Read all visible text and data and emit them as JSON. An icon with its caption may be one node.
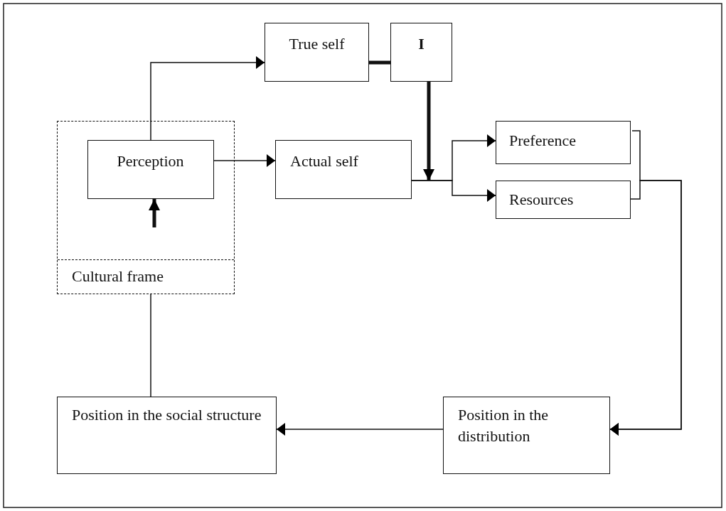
{
  "diagram": {
    "nodes": [
      {
        "text": [
          "Cultural frame"
        ]
      },
      {
        "text": [
          "Perception"
        ],
        "in": 0
      },
      {
        "text": [
          "True self"
        ]
      },
      {
        "text": [
          "I"
        ]
      },
      {
        "text": [
          "Actual self"
        ]
      },
      {
        "text": [
          "Preference"
        ]
      },
      {
        "text": [
          "Resources"
        ]
      },
      {
        "text": [
          "Position in the social structure"
        ]
      },
      {
        "text": [
          "Position in the distribution"
        ]
      }
    ],
    "edges": [
      {
        "from": 1,
        "to": 2,
        "arrow": "to"
      },
      {
        "from": 1,
        "to": 4,
        "arrow": "to"
      },
      {
        "from": 2,
        "to": 3,
        "arrow": "none",
        "style": "thick"
      },
      {
        "from": 3,
        "to": 4,
        "arrow": "to",
        "style": "thick"
      },
      {
        "from": null,
        "to": 1,
        "arrow": "to",
        "style": "thick"
      },
      {
        "from": 4,
        "to": 5,
        "arrow": "to"
      },
      {
        "from": 4,
        "to": 6,
        "arrow": "to"
      },
      {
        "from": 5,
        "to": 8,
        "arrow": "to"
      },
      {
        "from": 6,
        "to": 8,
        "arrow": "to"
      },
      {
        "from": 8,
        "to": 7,
        "arrow": "to"
      },
      {
        "from": 0,
        "to": 7,
        "arrow": "none"
      }
    ]
  }
}
